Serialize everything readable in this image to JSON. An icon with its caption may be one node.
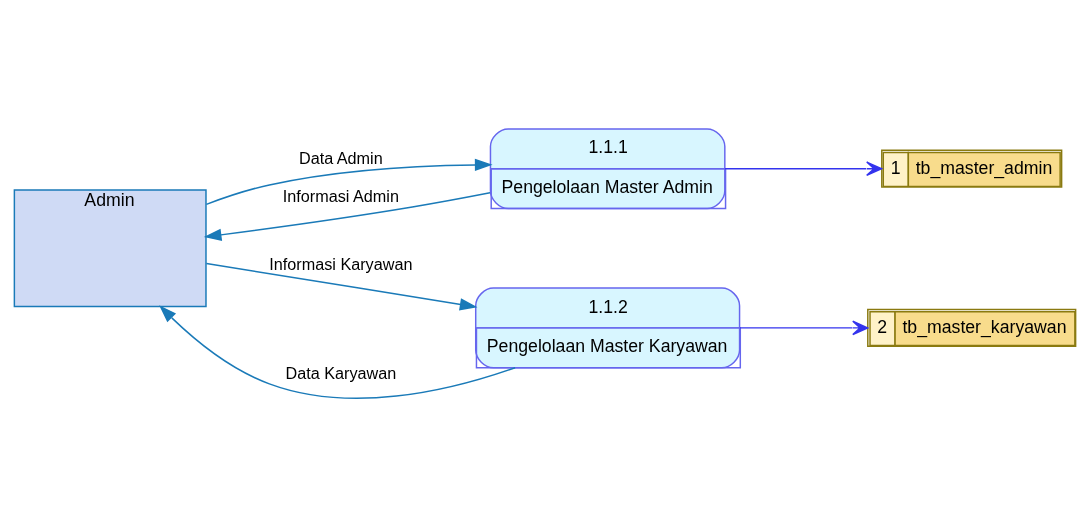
{
  "diagram": {
    "nodes": [
      {
        "text": [
          "Admin"
        ]
      },
      {
        "text": [
          "1.1.1",
          "Pengelolaan Master Admin"
        ]
      },
      {
        "text": [
          "1",
          "tb_master_admin"
        ]
      },
      {
        "text": [
          "1.1.2",
          "Pengelolaan Master Karyawan"
        ]
      },
      {
        "text": [
          "2",
          "tb_master_karyawan"
        ]
      }
    ],
    "edges": [
      {
        "from": 0,
        "to": 1,
        "arrow": "to",
        "label": "Data Admin"
      },
      {
        "from": 1,
        "to": 0,
        "arrow": "to",
        "label": "Informasi Admin"
      },
      {
        "from": 1,
        "to": 2,
        "arrow": "to",
        "color": "#3333ee"
      },
      {
        "from": 3,
        "to": 0,
        "arrow": "to",
        "label": "Data Karyawan"
      },
      {
        "from": 0,
        "to": 3,
        "arrow": "to",
        "label": "Informasi Karyawan"
      },
      {
        "from": 3,
        "to": 4,
        "arrow": "to",
        "color": "#3333ee"
      }
    ]
  }
}
